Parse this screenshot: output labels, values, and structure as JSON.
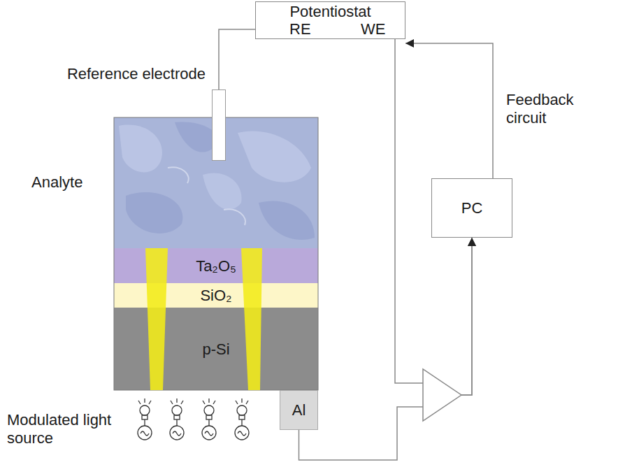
{
  "diagram": {
    "nodes": [
      {
        "text": [
          "Potentiostat",
          "RE",
          "WE"
        ]
      },
      {
        "text": [
          "Reference electrode"
        ]
      },
      {
        "text": [
          "Analyte"
        ]
      },
      {
        "text": [
          "Ta₂O₅"
        ]
      },
      {
        "text": [
          "SiO₂"
        ]
      },
      {
        "text": [
          "p-Si"
        ]
      },
      {
        "text": [
          "PC"
        ]
      },
      {
        "text": [
          "Al"
        ]
      }
    ],
    "edges": [
      {
        "from": 0,
        "to": 1,
        "arrow": "none"
      },
      {
        "from": 6,
        "to": 0,
        "arrow": "to"
      },
      {
        "from": 0,
        "to": 6,
        "arrow": "to"
      },
      {
        "from": 7,
        "to": 6,
        "arrow": "to"
      }
    ],
    "labels": [
      "Feedback circuit",
      "Modulated light source"
    ]
  }
}
